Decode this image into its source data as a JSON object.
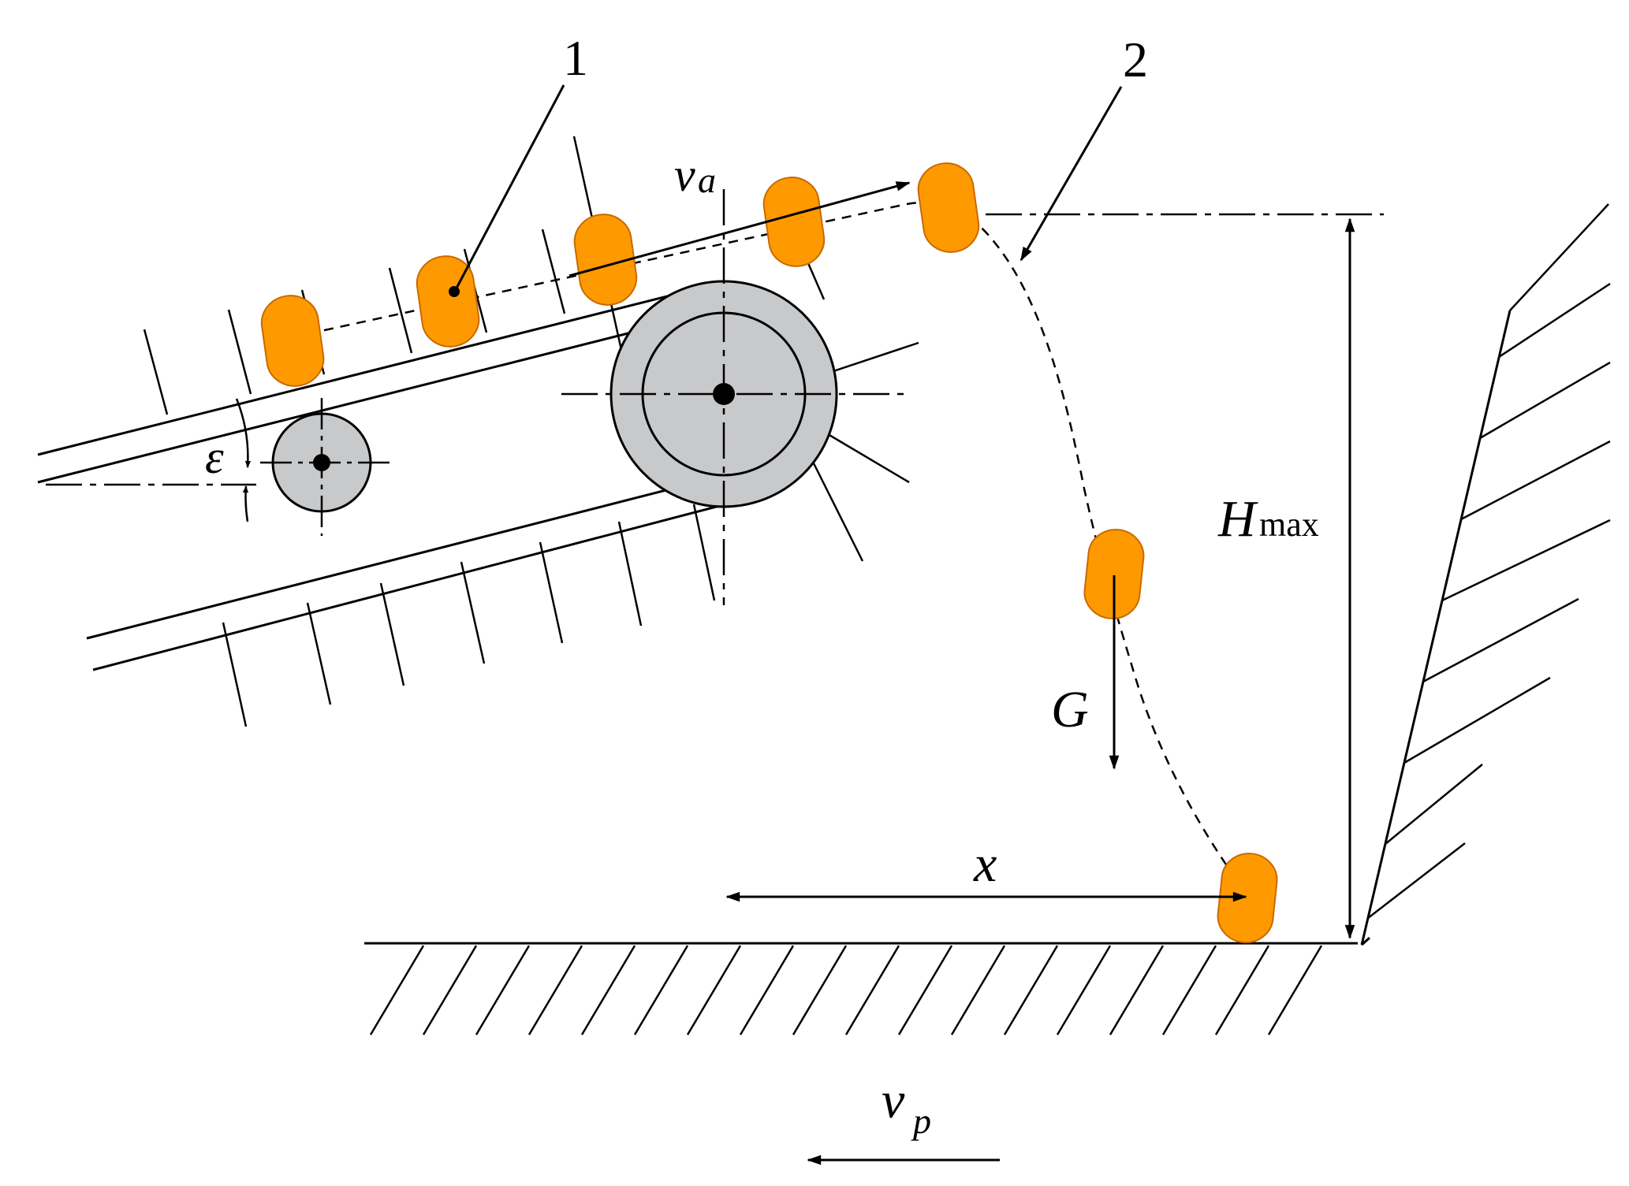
{
  "labels": {
    "part_1": "1",
    "part_2": "2",
    "belt_speed": "v",
    "belt_speed_sub": "a",
    "angle": "ε",
    "weight": "G",
    "height_main": "H",
    "height_sub": "max",
    "distance": "x",
    "vehicle_speed": "v",
    "vehicle_speed_sub": "p"
  },
  "colors": {
    "tuber_fill": "#FF9900",
    "tuber_stroke": "#C86A00",
    "roller_fill": "#C8C9CB",
    "line": "#000000"
  }
}
